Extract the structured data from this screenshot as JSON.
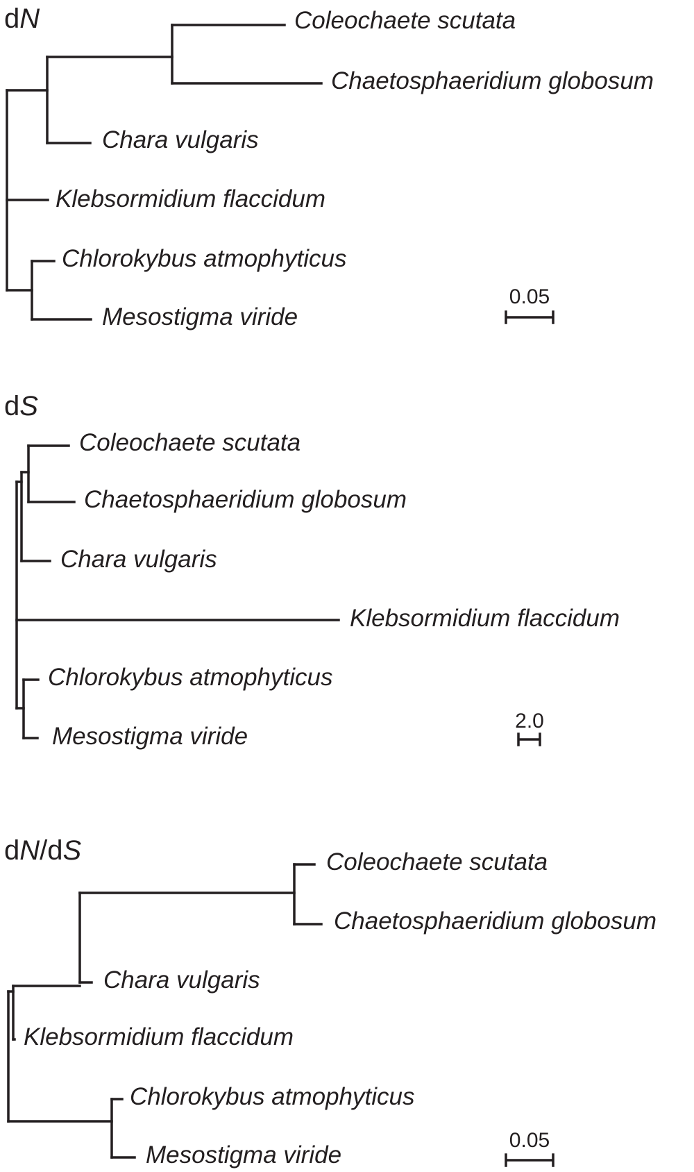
{
  "panels": [
    {
      "title_prefix": "d",
      "title_italic": "N",
      "title_rest": "",
      "taxa": [
        "Coleochaete scutata",
        "Chaetosphaeridium globosum",
        "Chara vulgaris",
        "Klebsormidium flaccidum",
        "Chlorokybus atmophyticus",
        "Mesostigma viride"
      ],
      "scale_label": "0.05"
    },
    {
      "title_prefix": "d",
      "title_italic": "S",
      "title_rest": "",
      "taxa": [
        "Coleochaete scutata",
        "Chaetosphaeridium globosum",
        "Chara vulgaris",
        "Klebsormidium flaccidum",
        "Chlorokybus atmophyticus",
        "Mesostigma viride"
      ],
      "scale_label": "2.0"
    },
    {
      "title_prefix": "d",
      "title_italic": "N",
      "title_rest": "/d",
      "title_italic2": "S",
      "taxa": [
        "Coleochaete scutata",
        "Chaetosphaeridium globosum",
        "Chara vulgaris",
        "Klebsormidium flaccidum",
        "Chlorokybus atmophyticus",
        "Mesostigma viride"
      ],
      "scale_label": "0.05"
    }
  ]
}
